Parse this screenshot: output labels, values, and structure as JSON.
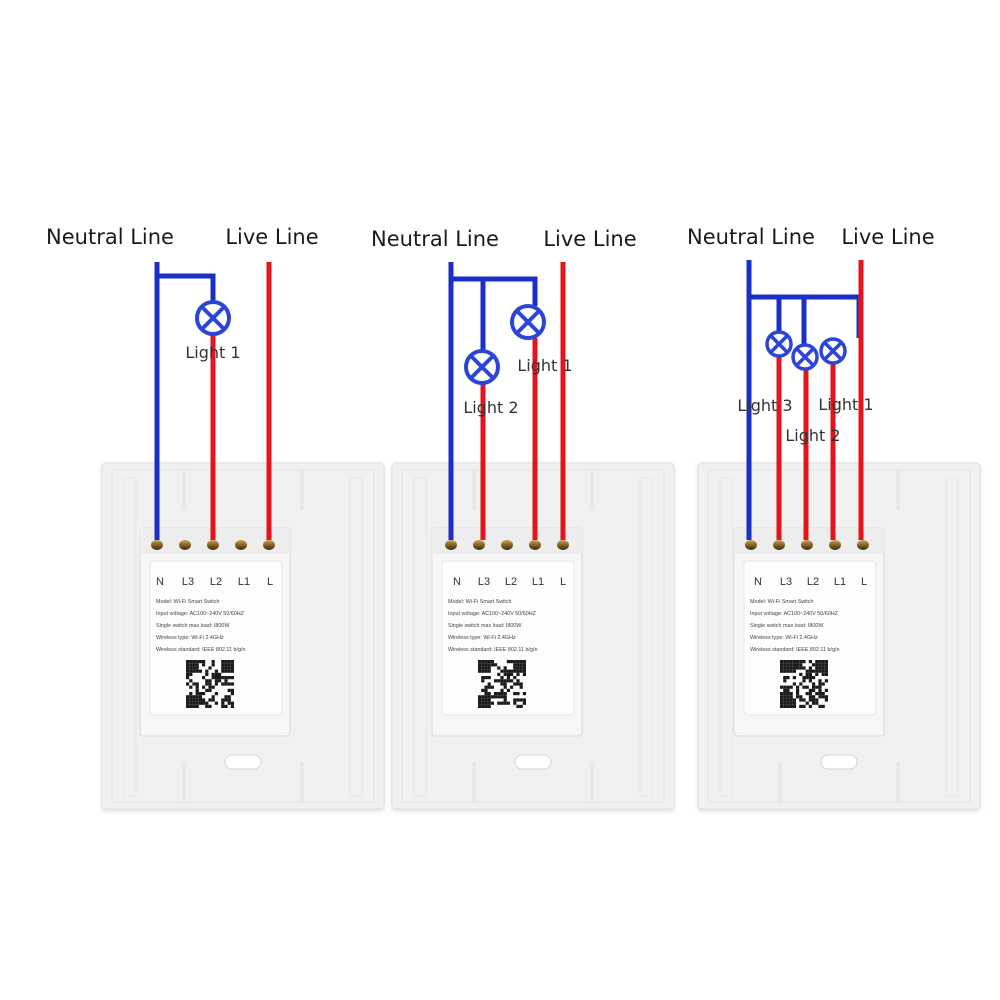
{
  "colors": {
    "neutral": "#1a2fc8",
    "live": "#e3141b",
    "plate": "#f2f2f2",
    "module": "#fbfbfb",
    "lamp_ring": "#2a45d8"
  },
  "wiring": [
    {
      "neutral_label": "Neutral Line",
      "live_label": "Live Line",
      "lights": [
        "Light 1"
      ],
      "terminals": [
        "N",
        "L3",
        "L2",
        "L1",
        "L"
      ],
      "module": {
        "model": "Model:  Wi-Fi Smart Switch",
        "input": "Input voltage:  AC100~240V  50/60HZ",
        "load": "Single switch max load:  I800W",
        "type": "Wireless type:  Wi-Fi 2.4GHz",
        "standard": "Wireless standard:  IEEE 802.11 b/g/n"
      }
    },
    {
      "neutral_label": "Neutral Line",
      "live_label": "Live Line",
      "lights": [
        "Light 1",
        "Light 2"
      ],
      "terminals": [
        "N",
        "L3",
        "L2",
        "L1",
        "L"
      ],
      "module": {
        "model": "Model:  Wi-Fi Smart Switch",
        "input": "Input voltage:  AC100~240V  50/60HZ",
        "load": "Single switch max load:  I800W",
        "type": "Wireless type:  Wi-Fi 2.4GHz",
        "standard": "Wireless standard:  IEEE 802.11 b/g/n"
      }
    },
    {
      "neutral_label": "Neutral Line",
      "live_label": "Live Line",
      "lights": [
        "Light 3",
        "Light 2",
        "Light 1"
      ],
      "terminals": [
        "N",
        "L3",
        "L2",
        "L1",
        "L"
      ],
      "module": {
        "model": "Model:  Wi-Fi Smart Switch",
        "input": "Input voltage:  AC100~240V  50/60HZ",
        "load": "Single switch max load:  I800W",
        "type": "Wireless type:  Wi-Fi 2.4GHz",
        "standard": "Wireless standard:  IEEE 802.11 b/g/n"
      }
    }
  ]
}
